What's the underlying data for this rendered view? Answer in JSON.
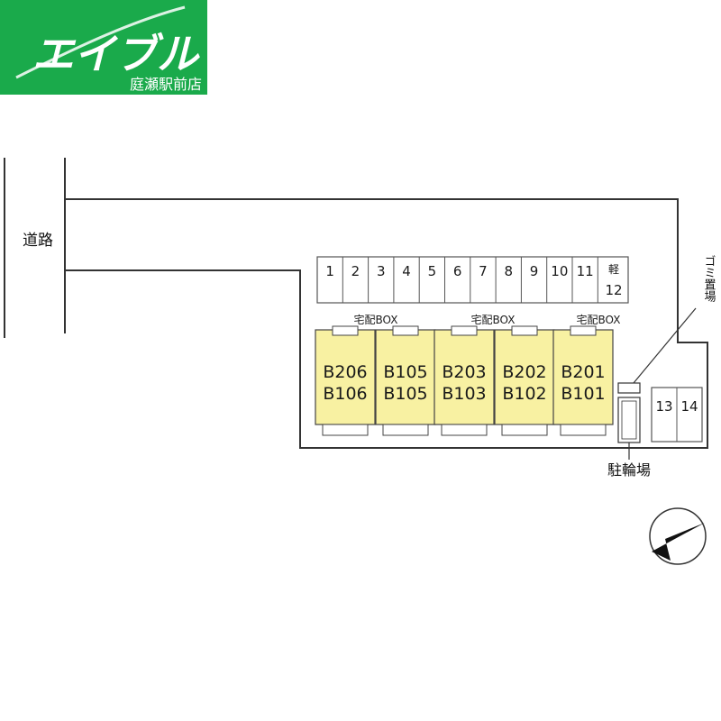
{
  "logo": {
    "brand": "エイブル",
    "branch": "庭瀬駅前店",
    "brand_color": "#1aaa4b"
  },
  "map": {
    "road_label": "道路",
    "bicycle_label": "駐輪場",
    "garbage_label": "ゴミ置場",
    "delivery_box_label": "宅配BOX",
    "parking_slots": [
      "1",
      "2",
      "3",
      "4",
      "5",
      "6",
      "7",
      "8",
      "9",
      "10",
      "11"
    ],
    "light_car_slot": {
      "tag": "軽",
      "number": "12"
    },
    "side_slots": [
      "13",
      "14"
    ],
    "units": [
      {
        "upper": "B206",
        "lower": "B106"
      },
      {
        "upper": "B105",
        "lower": "B105"
      },
      {
        "upper": "B203",
        "lower": "B103"
      },
      {
        "upper": "B202",
        "lower": "B102"
      },
      {
        "upper": "B201",
        "lower": "B101"
      }
    ],
    "unit_fill_color": "#f8f1a2",
    "north_arrow_icon": "compass-arrow-icon"
  }
}
